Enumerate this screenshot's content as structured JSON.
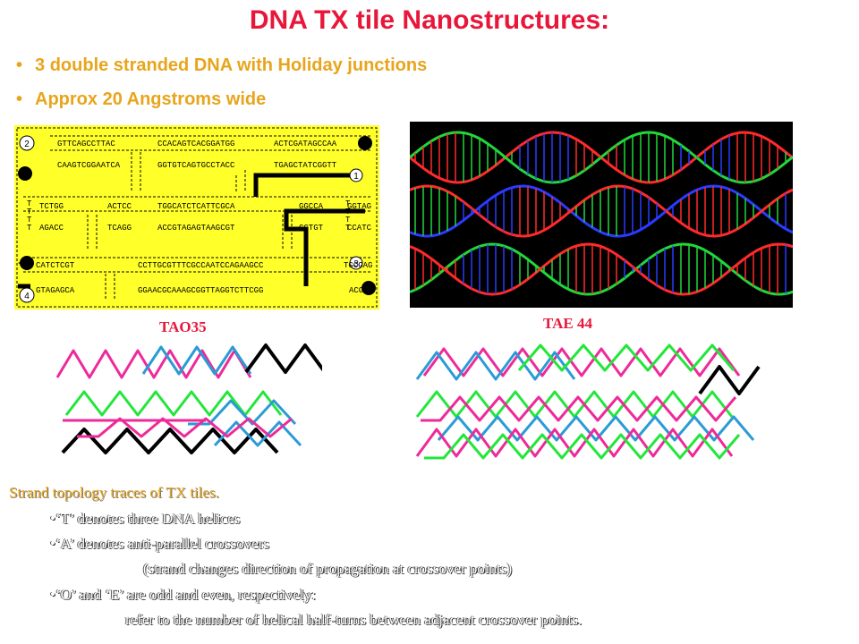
{
  "title": "DNA TX tile Nanostructures:",
  "bullets": [
    "3 double stranded DNA with Holiday junctions",
    "Approx 20 Angstroms wide"
  ],
  "tile_sequences": {
    "row1_top": [
      "GTTCAGCCTTAC",
      "CCACAGTCACGGATGG",
      "ACTCGATAGCCAA"
    ],
    "row1_bottom": [
      "CAAGTCGGAATCA",
      "GGTGTCAGTGCCTACC",
      "TGAGCTATCGGTT"
    ],
    "row2_top": [
      "TCTGG",
      "ACTCC",
      "TGGCATCTCATTCGCA",
      "GGCCA",
      "GGTAG"
    ],
    "row2_bottom": [
      "AGACC",
      "TCAGG",
      "ACCGTAGAGTAAGCGT",
      "CCTGT",
      "CCATC"
    ],
    "row3_top": [
      "CATCTCGT",
      "CCTTGCGTTTCGCCAATCCAGAAGCC",
      "TGCGAG"
    ],
    "row3_bottom": [
      "GTAGAGCA",
      "GGAACGCAAAGCGGTTAGGTCTTCGG",
      "ACGCT"
    ],
    "loop_left": "T T T T",
    "loop_right": "T T T T",
    "markers": [
      "2",
      "1",
      "3",
      "4"
    ]
  },
  "labels": {
    "tao": "TAO35",
    "tae": "TAE 44"
  },
  "strand_colors": {
    "pink": "#ee2a9a",
    "blue": "#2b9bd6",
    "green": "#22e63a",
    "black": "#000000"
  },
  "notes": {
    "heading": "Strand topology traces of TX tiles.",
    "t_line": "•‘T’ denotes three DNA helices",
    "a_line": "•‘A’ denotes anti-parallel crossovers",
    "a_sub": "(strand changes direction of propagation at crossover points)",
    "oe_line": "•‘O’ and ‘E’ are odd and even, respectively:",
    "oe_sub": "refer to the number of helical half-turns between adjacent crossover points."
  }
}
